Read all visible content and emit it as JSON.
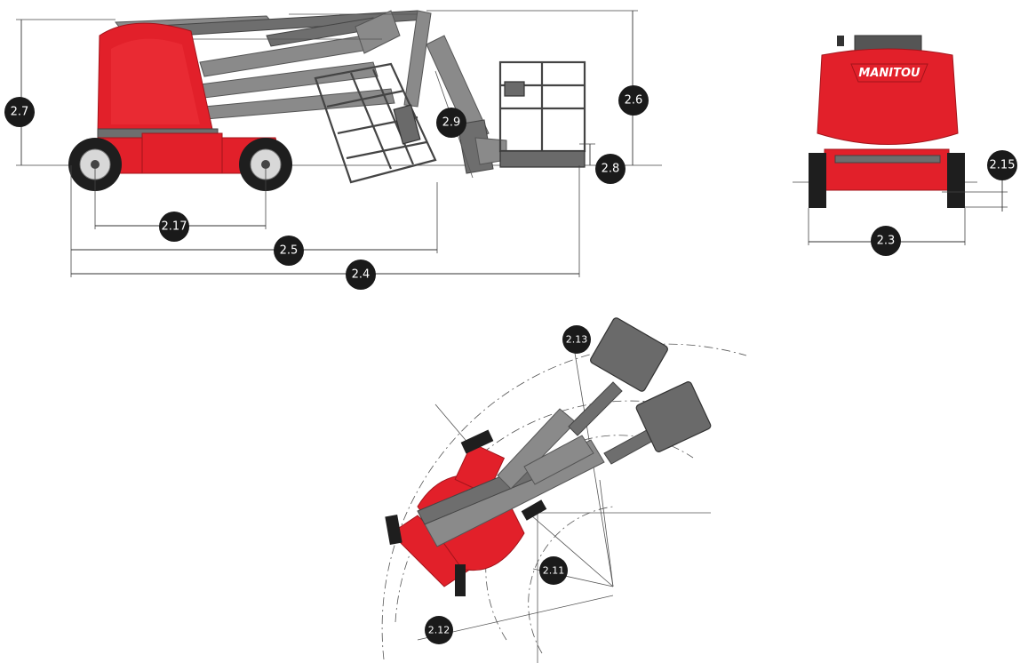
{
  "diagram": {
    "brand_label": "MANITOU",
    "colors": {
      "machine_red": "#e2202a",
      "boom_grey": "#8a8a8a",
      "badge_black": "#1a1a1a"
    },
    "dimension_labels": {
      "d_2_7": "2.7",
      "d_2_6": "2.6",
      "d_2_9": "2.9",
      "d_2_8": "2.8",
      "d_2_17": "2.17",
      "d_2_5": "2.5",
      "d_2_4": "2.4",
      "d_2_15": "2.15",
      "d_2_3": "2.3",
      "d_2_13": "2.13",
      "d_2_11": "2.11",
      "d_2_12": "2.12"
    }
  }
}
